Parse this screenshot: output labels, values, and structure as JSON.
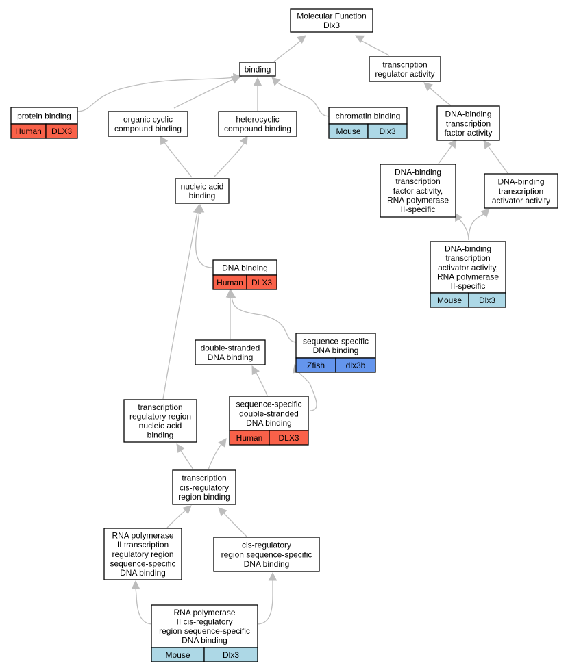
{
  "colors": {
    "human": "#f96149",
    "mouse": "#add8e6",
    "zfish": "#6495ed",
    "edge": "#bdbdbd"
  },
  "nodes": {
    "root": {
      "lines": [
        "Molecular Function",
        "Dlx3"
      ]
    },
    "binding": {
      "lines": [
        "binding"
      ]
    },
    "tra": {
      "lines": [
        "transcription",
        "regulator activity"
      ]
    },
    "protein": {
      "lines": [
        "protein binding"
      ],
      "annotation": {
        "species": "Human",
        "gene": "DLX3",
        "color": "human"
      }
    },
    "organic": {
      "lines": [
        "organic cyclic",
        "compound binding"
      ]
    },
    "hetero": {
      "lines": [
        "heterocyclic",
        "compound binding"
      ]
    },
    "chromatin": {
      "lines": [
        "chromatin binding"
      ],
      "annotation": {
        "species": "Mouse",
        "gene": "Dlx3",
        "color": "mouse"
      }
    },
    "dbtfa": {
      "lines": [
        "DNA-binding",
        "transcription",
        "factor activity"
      ]
    },
    "dbtfa2": {
      "lines": [
        "DNA-binding",
        "transcription",
        "factor activity,",
        "RNA polymerase",
        "II-specific"
      ]
    },
    "dbtaa": {
      "lines": [
        "DNA-binding",
        "transcription",
        "activator activity"
      ]
    },
    "nucleic": {
      "lines": [
        "nucleic acid",
        "binding"
      ]
    },
    "dbtaa2": {
      "lines": [
        "DNA-binding",
        "transcription",
        "activator activity,",
        "RNA polymerase",
        "II-specific"
      ],
      "annotation": {
        "species": "Mouse",
        "gene": "Dlx3",
        "color": "mouse"
      }
    },
    "dna": {
      "lines": [
        "DNA binding"
      ],
      "annotation": {
        "species": "Human",
        "gene": "DLX3",
        "color": "human"
      }
    },
    "ds": {
      "lines": [
        "double-stranded",
        "DNA binding"
      ]
    },
    "ss": {
      "lines": [
        "sequence-specific",
        "DNA binding"
      ],
      "annotation": {
        "species": "Zfish",
        "gene": "dlx3b",
        "color": "zfish"
      }
    },
    "trr": {
      "lines": [
        "transcription",
        "regulatory region",
        "nucleic acid",
        "binding"
      ]
    },
    "ssds": {
      "lines": [
        "sequence-specific",
        "double-stranded",
        "DNA binding"
      ],
      "annotation": {
        "species": "Human",
        "gene": "DLX3",
        "color": "human"
      }
    },
    "tcrrb": {
      "lines": [
        "transcription",
        "cis-regulatory",
        "region binding"
      ]
    },
    "rnap": {
      "lines": [
        "RNA polymerase",
        "II transcription",
        "regulatory region",
        "sequence-specific",
        "DNA binding"
      ]
    },
    "cis": {
      "lines": [
        "cis-regulatory",
        "region sequence-specific",
        "DNA binding"
      ]
    },
    "rnapcis": {
      "lines": [
        "RNA polymerase",
        "II cis-regulatory",
        "region sequence-specific",
        "DNA binding"
      ],
      "annotation": {
        "species": "Mouse",
        "gene": "Dlx3",
        "color": "mouse"
      }
    }
  }
}
